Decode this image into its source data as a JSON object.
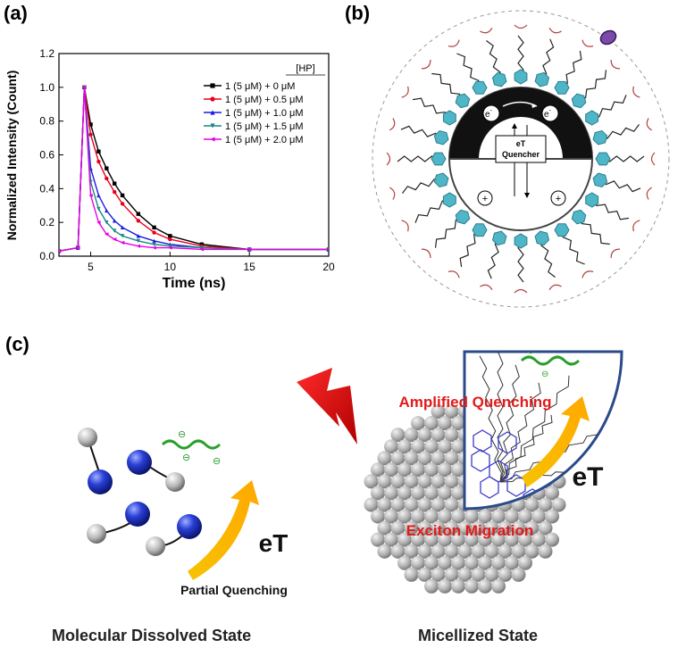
{
  "panels": {
    "a": "(a)",
    "b": "(b)",
    "c": "(c)"
  },
  "chart_data": {
    "type": "line",
    "title": "",
    "xlabel": "Time (ns)",
    "ylabel": "Normalized Intensity (Count)",
    "xlim": [
      3,
      20
    ],
    "ylim": [
      0.0,
      1.2
    ],
    "xticks": [
      "5",
      "10",
      "15",
      "20"
    ],
    "yticks": [
      "0.0",
      "0.2",
      "0.4",
      "0.6",
      "0.8",
      "1.0",
      "1.2"
    ],
    "legend_title": "[HP]",
    "legend_position": "top-right",
    "series": [
      {
        "name": "1 (5 μM) + 0 μM",
        "color": "#000000",
        "marker": "square",
        "x": [
          3.0,
          4.2,
          4.6,
          5.0,
          5.5,
          6.0,
          6.5,
          7.0,
          8.0,
          9.0,
          10.0,
          12.0,
          15.0,
          20.0
        ],
        "y": [
          0.03,
          0.05,
          1.0,
          0.78,
          0.62,
          0.52,
          0.43,
          0.36,
          0.25,
          0.17,
          0.12,
          0.07,
          0.04,
          0.04
        ]
      },
      {
        "name": "1 (5 μM) + 0.5 μM",
        "color": "#e8001c",
        "marker": "circle",
        "x": [
          3.0,
          4.2,
          4.6,
          5.0,
          5.5,
          6.0,
          6.5,
          7.0,
          8.0,
          9.0,
          10.0,
          12.0,
          15.0,
          20.0
        ],
        "y": [
          0.03,
          0.05,
          1.0,
          0.72,
          0.56,
          0.46,
          0.38,
          0.31,
          0.21,
          0.14,
          0.1,
          0.06,
          0.04,
          0.04
        ]
      },
      {
        "name": "1 (5 μM) + 1.0 μM",
        "color": "#1a1ae6",
        "marker": "triangle-up",
        "x": [
          3.0,
          4.2,
          4.6,
          5.0,
          5.5,
          6.0,
          6.5,
          7.0,
          8.0,
          9.0,
          10.0,
          12.0,
          15.0,
          20.0
        ],
        "y": [
          0.03,
          0.05,
          1.0,
          0.52,
          0.36,
          0.27,
          0.21,
          0.17,
          0.12,
          0.09,
          0.07,
          0.05,
          0.04,
          0.04
        ]
      },
      {
        "name": "1 (5 μM) + 1.5 μM",
        "color": "#1a8a80",
        "marker": "triangle-down",
        "x": [
          3.0,
          4.2,
          4.6,
          5.0,
          5.5,
          6.0,
          6.5,
          7.0,
          8.0,
          9.0,
          10.0,
          12.0,
          15.0,
          20.0
        ],
        "y": [
          0.03,
          0.05,
          1.0,
          0.44,
          0.28,
          0.2,
          0.15,
          0.12,
          0.09,
          0.07,
          0.06,
          0.05,
          0.04,
          0.04
        ]
      },
      {
        "name": "1 (5 μM) + 2.0 μM",
        "color": "#e600e6",
        "marker": "triangle-left",
        "x": [
          3.0,
          4.2,
          4.6,
          5.0,
          5.5,
          6.0,
          6.5,
          7.0,
          8.0,
          9.0,
          10.0,
          12.0,
          15.0,
          20.0
        ],
        "y": [
          0.03,
          0.05,
          1.0,
          0.36,
          0.2,
          0.13,
          0.1,
          0.08,
          0.06,
          0.05,
          0.05,
          0.04,
          0.04,
          0.04
        ]
      }
    ]
  },
  "schematic_b": {
    "electron_label": "e",
    "electron_sup": "-",
    "quencher_line1": "eT",
    "quencher_line2": "Quencher",
    "hole_label": "+"
  },
  "panel_c": {
    "amplified_quenching": "Amplified Quenching",
    "exciton_migration": "Exciton Migration",
    "eT_left": "eT",
    "eT_right": "eT",
    "partial_quenching": "Partial Quenching",
    "minus_sign": "⊖",
    "caption_left": "Molecular Dissolved State",
    "caption_right": "Micellized State"
  }
}
